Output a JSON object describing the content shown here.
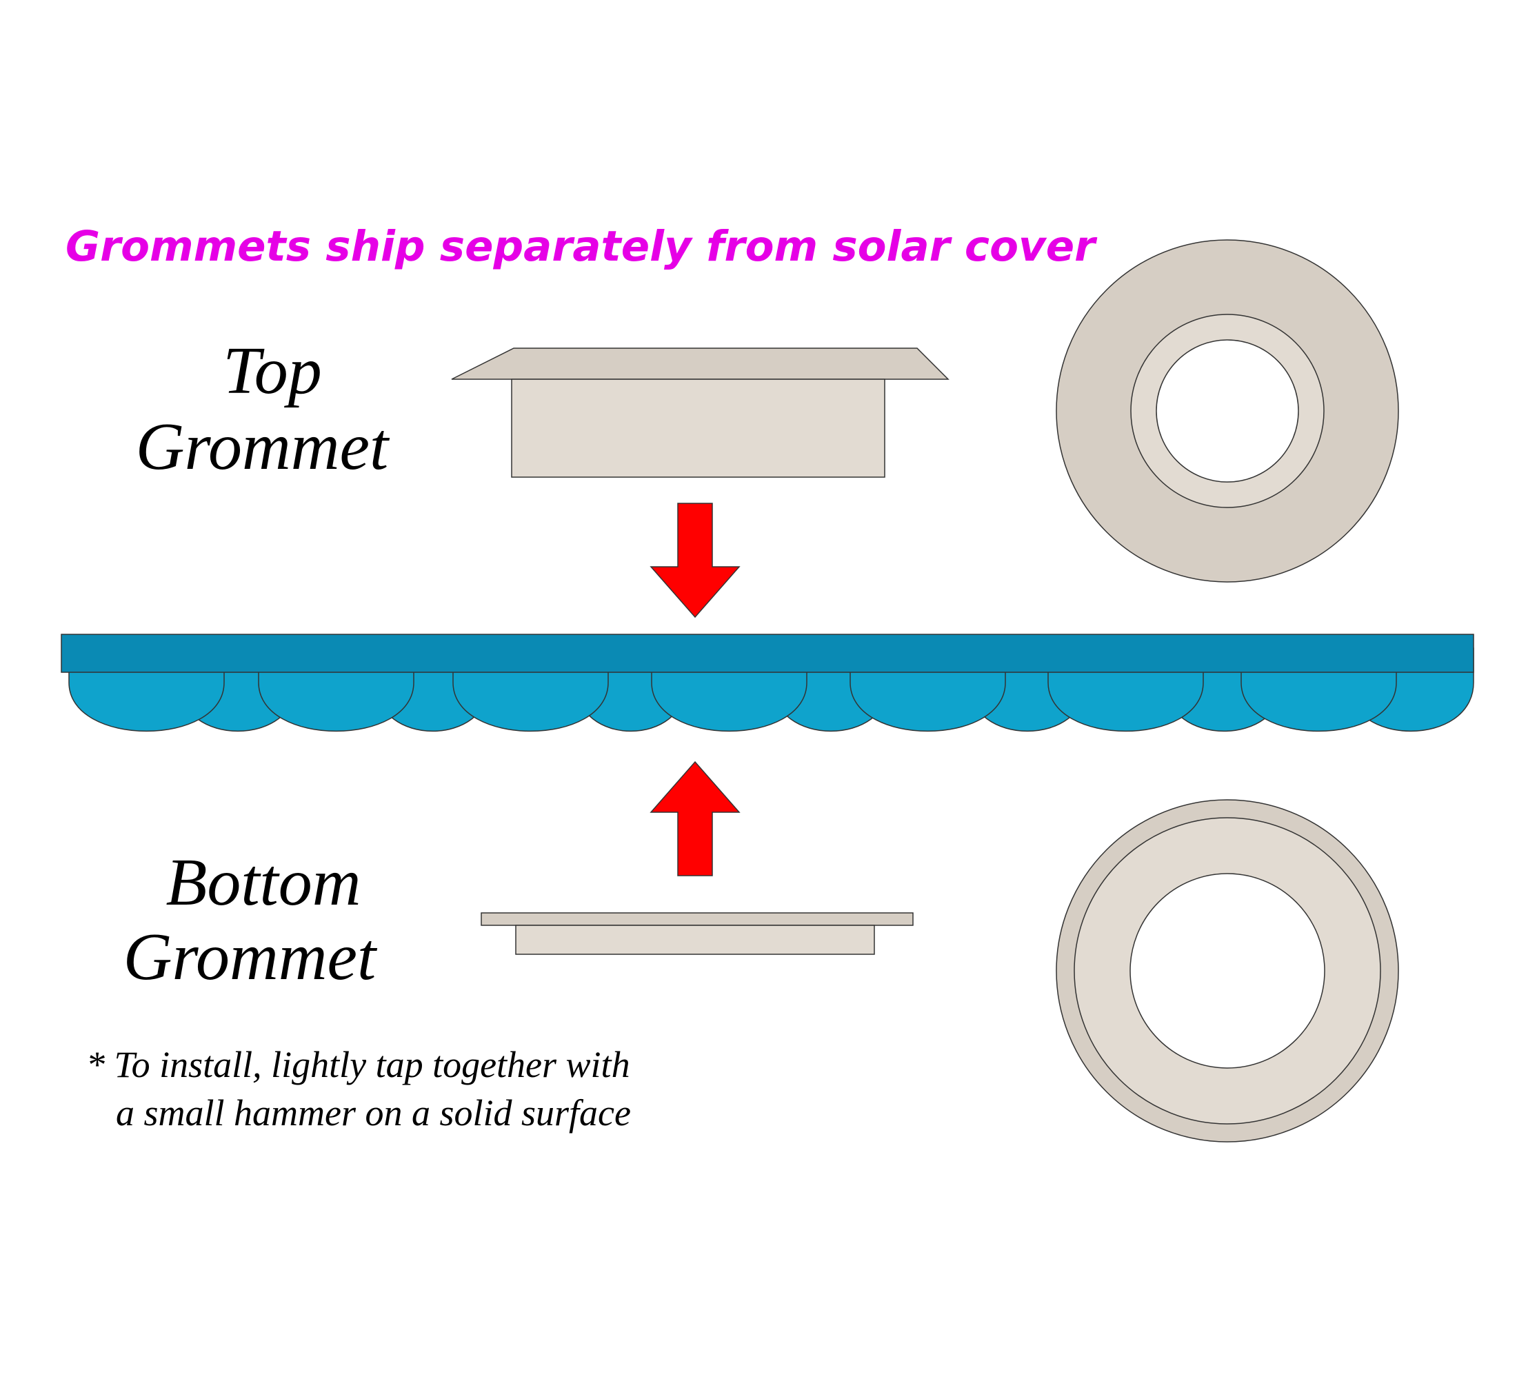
{
  "headline": "Grommets ship separately from solar cover",
  "top_grommet": {
    "line1": "Top",
    "line2": "Grommet"
  },
  "bottom_grommet": {
    "line1": "Bottom",
    "line2": "Grommet"
  },
  "note": {
    "line1": "* To install, lightly tap together with",
    "line2": "a small hammer on a solid surface"
  },
  "colors": {
    "headline": "#e600e6",
    "arrow": "#ff0000",
    "cover_strip": "#0a8ab4",
    "cover_bubble": "#0fa3cc",
    "grommet_dark": "#d6cec4",
    "grommet_light": "#e2dbd2",
    "outline": "#333333"
  },
  "icons": [
    "arrow-down-icon",
    "arrow-up-icon"
  ]
}
